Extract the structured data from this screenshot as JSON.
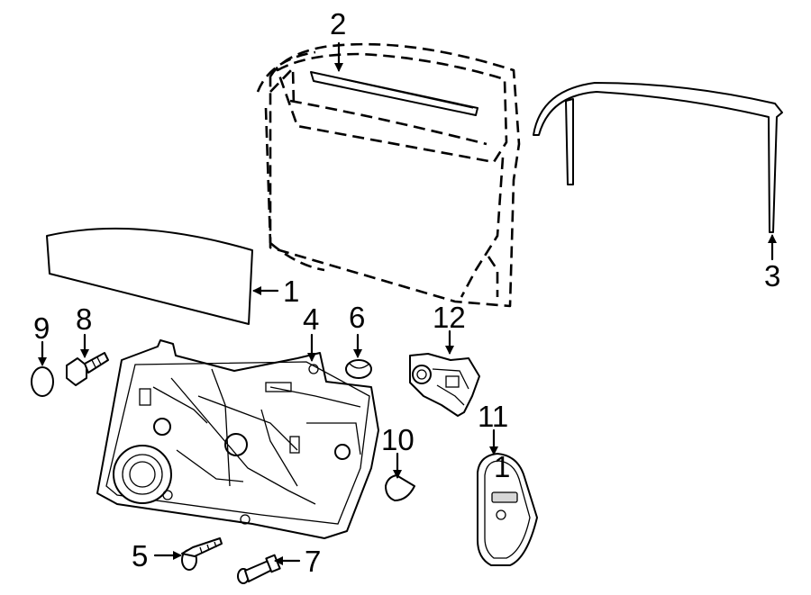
{
  "callouts": [
    {
      "id": "1",
      "label": "1"
    },
    {
      "id": "2",
      "label": "2"
    },
    {
      "id": "3",
      "label": "3"
    },
    {
      "id": "4",
      "label": "4"
    },
    {
      "id": "5",
      "label": "5"
    },
    {
      "id": "6",
      "label": "6"
    },
    {
      "id": "7",
      "label": "7"
    },
    {
      "id": "8",
      "label": "8"
    },
    {
      "id": "9",
      "label": "9"
    },
    {
      "id": "10",
      "label": "10"
    },
    {
      "id": "11",
      "label": "11"
    },
    {
      "id": "12",
      "label": "12"
    }
  ],
  "switch_mark": "1"
}
